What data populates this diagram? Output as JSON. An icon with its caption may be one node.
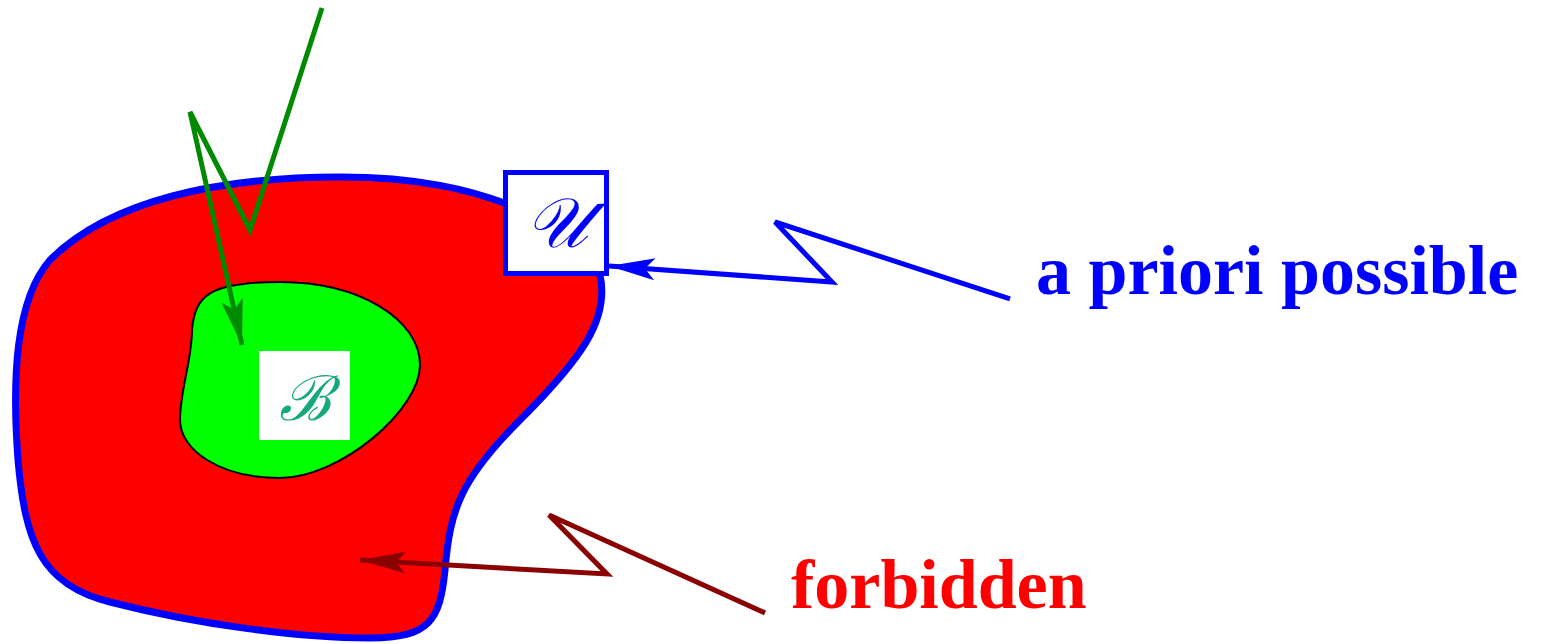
{
  "diagram": {
    "nodes": [
      {
        "text": [],
        "shape": "blob"
      },
      {
        "text": [
          "𝒰"
        ]
      },
      {
        "text": [],
        "shape": "blob",
        "in": 0
      },
      {
        "text": [
          "ℬ"
        ],
        "in": 2
      },
      {
        "text": [
          "a priori possible"
        ]
      },
      {
        "text": [
          "forbidden"
        ]
      }
    ],
    "edges": [
      {
        "from": 4,
        "to": 1,
        "arrow": "to",
        "color": "#0000ff"
      },
      {
        "from": 5,
        "to": 0,
        "arrow": "to",
        "color": "#8b0000"
      },
      {
        "from": null,
        "to": 2,
        "arrow": "to",
        "color": "#008a00"
      }
    ]
  }
}
